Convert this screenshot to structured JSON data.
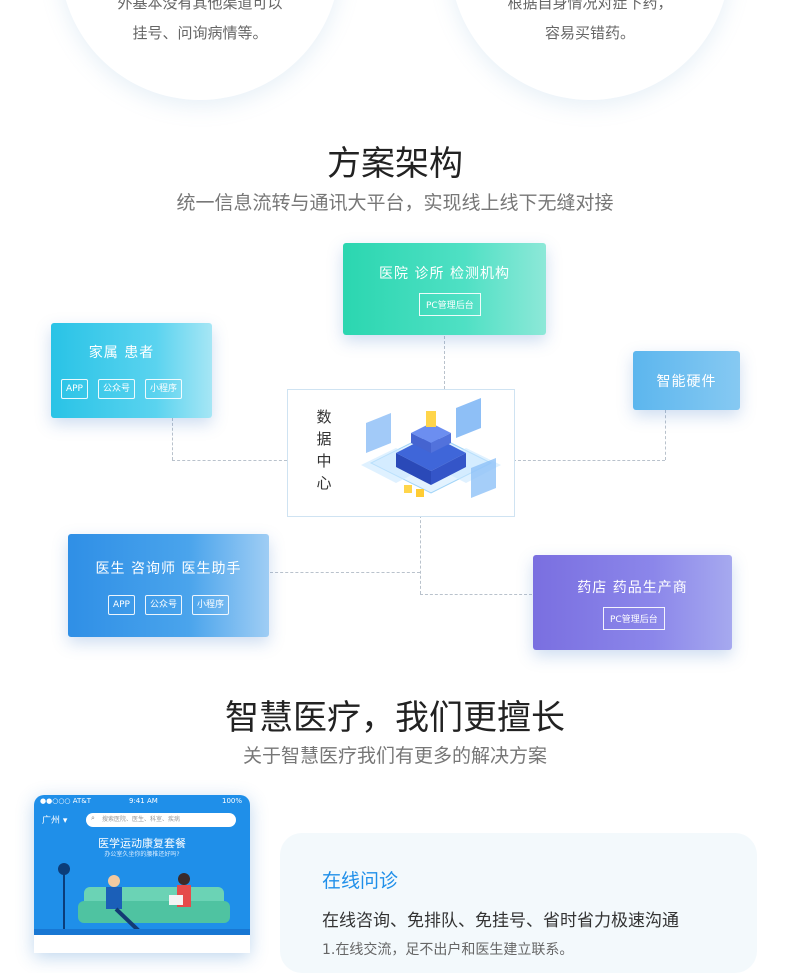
{
  "top_circles": [
    {
      "line1": "外基本没有其他渠道可以",
      "line2": "挂号、问询病情等。"
    },
    {
      "line1": "根据自身情况对症下药，",
      "line2": "容易买错药。"
    }
  ],
  "architecture": {
    "title": "方案架构",
    "subtitle": "统一信息流转与通讯大平台，实现线上线下无缝对接",
    "hospital": {
      "title": "医院  诊所  检测机构",
      "badge": "PC管理后台"
    },
    "family": {
      "title": "家属    患者",
      "chips": [
        "APP",
        "公众号",
        "小程序"
      ]
    },
    "hardware": {
      "title": "智能硬件"
    },
    "data_center": {
      "label": [
        "数",
        "据",
        "中",
        "心"
      ]
    },
    "doctor": {
      "title": "医生  咨询师  医生助手",
      "chips": [
        "APP",
        "公众号",
        "小程序"
      ]
    },
    "pharmacy": {
      "title": "药店   药品生产商",
      "badge": "PC管理后台"
    }
  },
  "advantage": {
    "title": "智慧医疗，我们更擅长",
    "subtitle": "关于智慧医疗我们有更多的解决方案"
  },
  "phone": {
    "carrier": "●●○○○ AT&T",
    "time": "9:41 AM",
    "battery": "100%",
    "city": "广州",
    "search_placeholder": "搜索医院、医生、科室、疾病",
    "banner_title": "医学运动康复套餐",
    "banner_sub": "办公室久坐你的腰椎还好吗?"
  },
  "feature": {
    "title": "在线问诊",
    "headline": "在线咨询、免排队、免挂号、省时省力极速沟通",
    "detail": "1.在线交流，足不出户和医生建立联系。"
  },
  "colors": {
    "accent": "#1f8fe9",
    "teal": "#2bd6b0",
    "purple": "#7a6fe0"
  }
}
